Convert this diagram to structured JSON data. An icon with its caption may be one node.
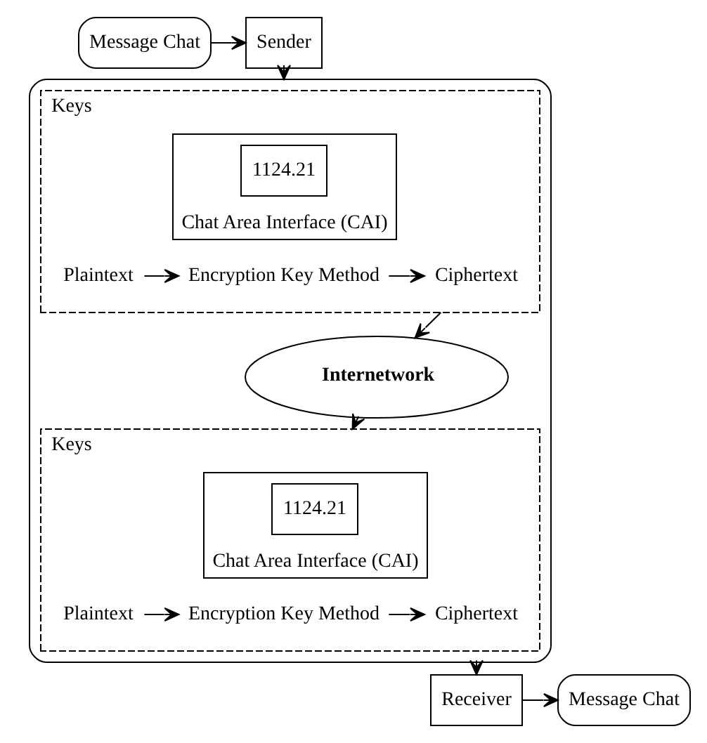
{
  "diagram": {
    "nodes": [
      {
        "text": [
          "Message Chat"
        ]
      },
      {
        "text": [
          "Sender"
        ]
      },
      {
        "text": [],
        "shape": "box"
      },
      {
        "text": [
          "Keys"
        ],
        "in": 2
      },
      {
        "text": [
          "Chat Area Interface (CAI)"
        ],
        "in": 3
      },
      {
        "text": [
          "1124.21"
        ],
        "in": 4
      },
      {
        "text": [
          "Plaintext"
        ],
        "in": 3
      },
      {
        "text": [
          "Encryption Key Method"
        ],
        "in": 3
      },
      {
        "text": [
          "Ciphertext"
        ],
        "in": 3
      },
      {
        "text": [
          "Internetwork"
        ],
        "in": 2
      },
      {
        "text": [
          "Keys"
        ],
        "in": 2
      },
      {
        "text": [
          "Chat Area Interface (CAI)"
        ],
        "in": 10
      },
      {
        "text": [
          "1124.21"
        ],
        "in": 11
      },
      {
        "text": [
          "Plaintext"
        ],
        "in": 10
      },
      {
        "text": [
          "Encryption Key Method"
        ],
        "in": 10
      },
      {
        "text": [
          "Ciphertext"
        ],
        "in": 10
      },
      {
        "text": [
          "Receiver"
        ]
      },
      {
        "text": [
          "Message Chat"
        ]
      }
    ],
    "edges": [
      {
        "from": 0,
        "to": 1,
        "arrow": "to"
      },
      {
        "from": 1,
        "to": 2,
        "arrow": "to"
      },
      {
        "from": 6,
        "to": 7,
        "arrow": "to"
      },
      {
        "from": 7,
        "to": 8,
        "arrow": "to"
      },
      {
        "from": 3,
        "to": 9,
        "arrow": "to"
      },
      {
        "from": 9,
        "to": 10,
        "arrow": "to"
      },
      {
        "from": 13,
        "to": 14,
        "arrow": "to"
      },
      {
        "from": 14,
        "to": 15,
        "arrow": "to"
      },
      {
        "from": 2,
        "to": 16,
        "arrow": "to"
      },
      {
        "from": 16,
        "to": 17,
        "arrow": "to"
      }
    ]
  }
}
